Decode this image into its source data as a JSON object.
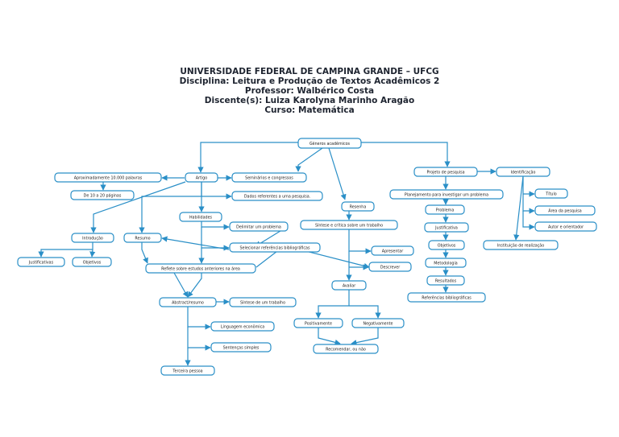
{
  "header": {
    "line1": "UNIVERSIDADE FEDERAL DE CAMPINA GRANDE – UFCG",
    "line2": "Disciplina: Leitura e Produção de Textos Acadêmicos 2",
    "line3": "Professor: Walbérico Costa",
    "line4": "Discente(s): Luiza Karolyna Marinho Aragão",
    "line5": "Curso: Matemática"
  },
  "colors": {
    "stroke": "#2a8fc7",
    "text": "#1a1a1a",
    "fill": "#ffffff"
  },
  "nodes": [
    {
      "id": "generos",
      "label": "Gêneros acadêmicos"
    },
    {
      "id": "artigo",
      "label": "Artigo"
    },
    {
      "id": "aprox",
      "label": "Aproximadamente 10.000 palavras"
    },
    {
      "id": "paginas",
      "label": "De 10 a 20 páginas"
    },
    {
      "id": "seminarios",
      "label": "Seminários e congressos"
    },
    {
      "id": "dados",
      "label": "Dados referentes a uma pesquisa."
    },
    {
      "id": "habilidades",
      "label": "Habilidades"
    },
    {
      "id": "delimitar",
      "label": "Delimitar um problema"
    },
    {
      "id": "selecionar",
      "label": "Selecionar referências bibliográficas"
    },
    {
      "id": "introducao",
      "label": "Introdução"
    },
    {
      "id": "resumo",
      "label": "Resumo"
    },
    {
      "id": "justificativas",
      "label": "Justificativas"
    },
    {
      "id": "objetivos1",
      "label": "Objetivos"
    },
    {
      "id": "reflete",
      "label": "Reflete sobre estudos anteriores na área"
    },
    {
      "id": "abstract",
      "label": "Abstract/resumo"
    },
    {
      "id": "sintese1",
      "label": "Síntese de um trabalho"
    },
    {
      "id": "linguagem",
      "label": "Linguagem econômica"
    },
    {
      "id": "sentencas",
      "label": "Sentenças simples"
    },
    {
      "id": "terceira",
      "label": "Terceira pessoa"
    },
    {
      "id": "resenha",
      "label": "Resenha"
    },
    {
      "id": "sintesecritica",
      "label": "Síntese e crítica sobre um trabalho"
    },
    {
      "id": "apresentar",
      "label": "Apresentar"
    },
    {
      "id": "descrever",
      "label": "Descrever"
    },
    {
      "id": "avaliar",
      "label": "Avaliar"
    },
    {
      "id": "positivamente",
      "label": "Positivamente"
    },
    {
      "id": "negativamente",
      "label": "Negativamente"
    },
    {
      "id": "recomendar",
      "label": "Recomendar, ou não"
    },
    {
      "id": "projeto",
      "label": "Projeto de pesquisa"
    },
    {
      "id": "planejamento",
      "label": "Planejamento para investigar um problema"
    },
    {
      "id": "problema",
      "label": "Problema"
    },
    {
      "id": "justificativa",
      "label": "Justificativa"
    },
    {
      "id": "objetivos2",
      "label": "Objetivos"
    },
    {
      "id": "metodologia",
      "label": "Metodologia"
    },
    {
      "id": "resultados",
      "label": "Resultados"
    },
    {
      "id": "referencias",
      "label": "Referências bibliográficas"
    },
    {
      "id": "identificacao",
      "label": "Identificação"
    },
    {
      "id": "titulo",
      "label": "Título"
    },
    {
      "id": "area",
      "label": "Área da pesquisa"
    },
    {
      "id": "autor",
      "label": "Autor e orientador"
    },
    {
      "id": "instituicao",
      "label": "Instituição de realização"
    }
  ]
}
